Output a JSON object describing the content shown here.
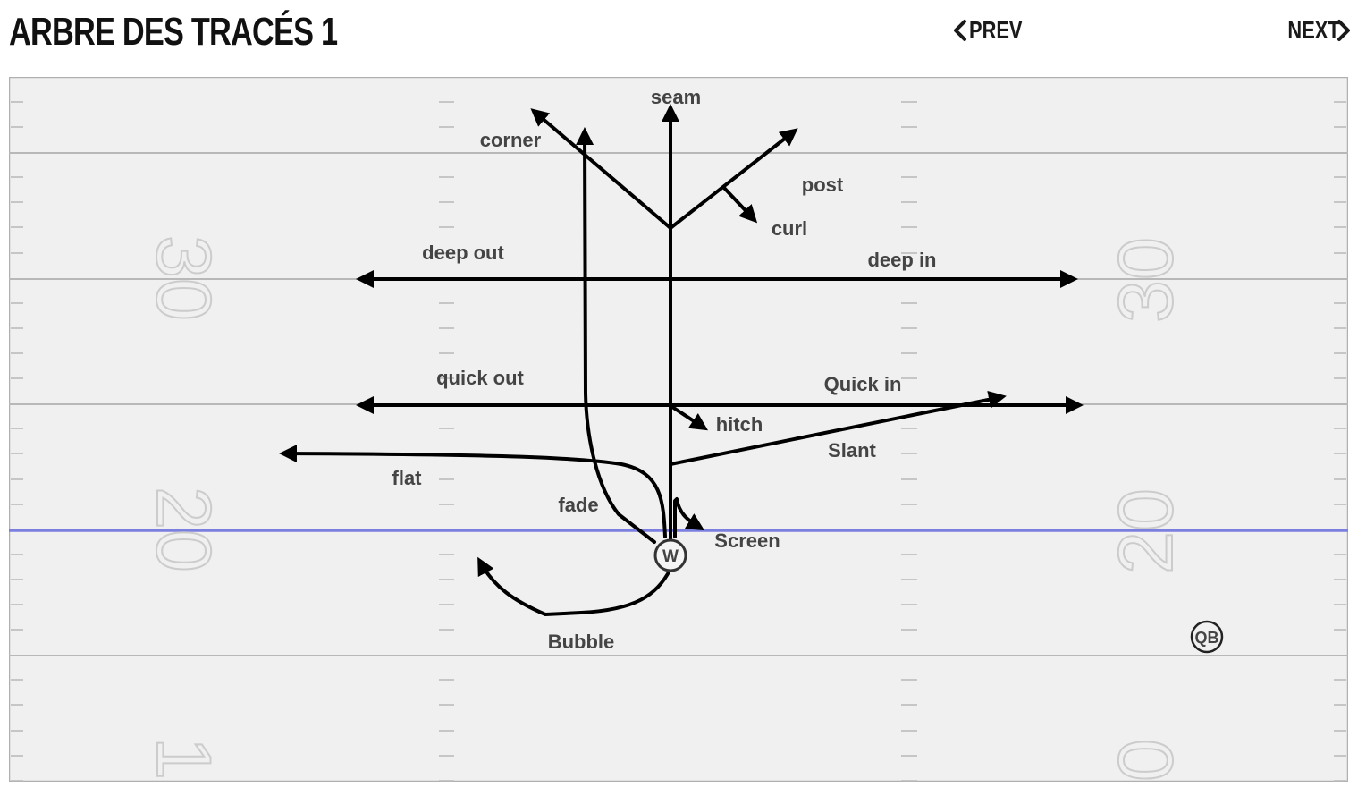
{
  "header": {
    "title": "ARBRE DES TRACÉS 1",
    "prev_label": "PREV",
    "next_label": "NEXT"
  },
  "field": {
    "background_color": "#f0f0f0",
    "line_of_scrimmage_color": "#7b7fe0",
    "yard_numbers": {
      "left_top": "30",
      "right_top": "30",
      "left_mid": "20",
      "right_mid": "20",
      "left_bottom": "1",
      "right_bottom": "0"
    }
  },
  "players": {
    "receiver": "W",
    "quarterback": "QB"
  },
  "routes": {
    "seam": "seam",
    "corner": "corner",
    "post": "post",
    "curl": "curl",
    "deep_out": "deep out",
    "deep_in": "deep in",
    "quick_out": "quick out",
    "quick_in": "Quick in",
    "hitch": "hitch",
    "slant": "Slant",
    "flat": "flat",
    "fade": "fade",
    "screen": "Screen",
    "bubble": "Bubble"
  }
}
